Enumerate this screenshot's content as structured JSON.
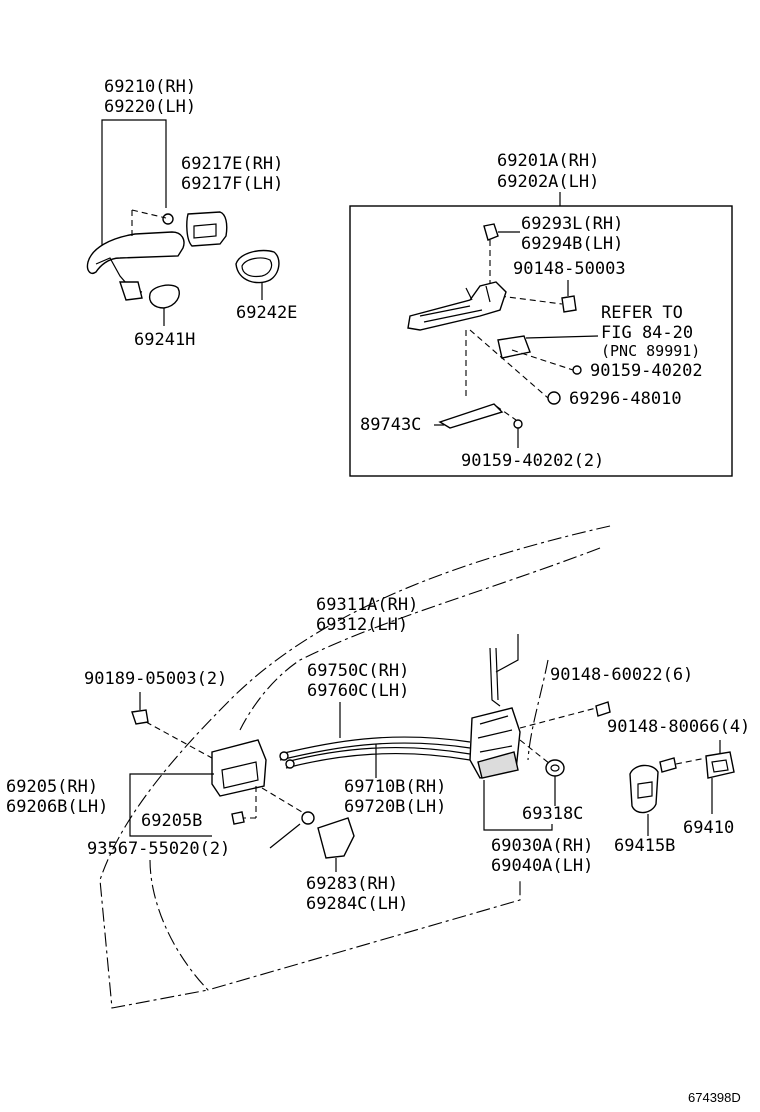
{
  "labels": {
    "p69210_rh": "69210(RH)",
    "p69220_lh": "69220(LH)",
    "p69217e_rh": "69217E(RH)",
    "p69217f_lh": "69217F(LH)",
    "p69242e": "69242E",
    "p69241h": "69241H",
    "p69201a_rh": "69201A(RH)",
    "p69202a_lh": "69202A(LH)",
    "p69293l_rh": "69293L(RH)",
    "p69294b_lh": "69294B(LH)",
    "p90148_50003": "90148-50003",
    "refer_to": "REFER TO",
    "fig_84_20": "FIG 84-20",
    "pnc_89991": "(PNC 89991)",
    "p90159_40202": "90159-40202",
    "p69296_48010": "69296-48010",
    "p89743c": "89743C",
    "p90159_40202_2": "90159-40202(2)",
    "p69311a_rh": "69311A(RH)",
    "p69312_lh": "69312(LH)",
    "p90189_05003_2": "90189-05003(2)",
    "p69750c_rh": "69750C(RH)",
    "p69760c_lh": "69760C(LH)",
    "p90148_60022_6": "90148-60022(6)",
    "p90148_80066_4": "90148-80066(4)",
    "p69205_rh": "69205(RH)",
    "p69206b_lh": "69206B(LH)",
    "p69710b_rh": "69710B(RH)",
    "p69720b_lh": "69720B(LH)",
    "p69205b": "69205B",
    "p69318c": "69318C",
    "p69410": "69410",
    "p93567_55020_2": "93567-55020(2)",
    "p69030a_rh": "69030A(RH)",
    "p69040a_lh": "69040A(LH)",
    "p69415b": "69415B",
    "p69283_rh": "69283(RH)",
    "p69284c_lh": "69284C(LH)",
    "illustration_code": "674398D"
  }
}
